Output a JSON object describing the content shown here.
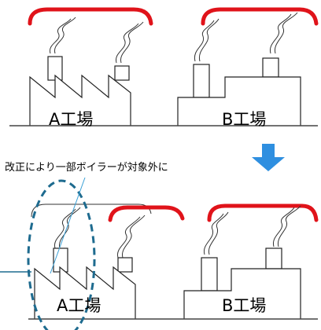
{
  "top_scene": {
    "factory_a_label": "A工場",
    "factory_b_label": "B工場"
  },
  "transition": {
    "caption": "改正により一部ボイラーが対象外に",
    "arrow_color": "#2f8fe0"
  },
  "bottom_scene": {
    "factory_a_label": "A工場",
    "factory_b_label": "B工場"
  },
  "colors": {
    "highlight_arc": "#e0131a",
    "exclusion_ellipse": "#1e6b8f",
    "pointer_line": "#3aa0d6",
    "outline": "#222222"
  }
}
